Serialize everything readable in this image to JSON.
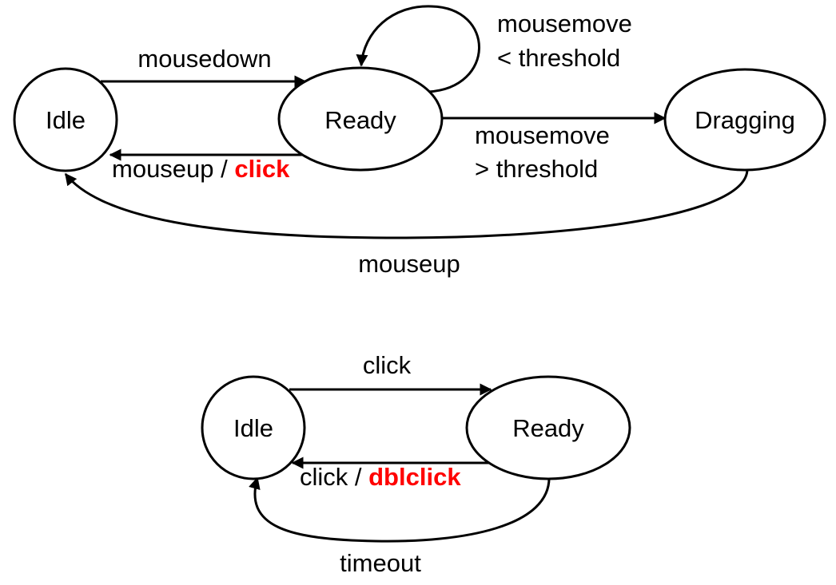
{
  "colors": {
    "highlight": "#ff0000",
    "ink": "#000000",
    "background": "#ffffff"
  },
  "drag_machine": {
    "states": {
      "idle": "Idle",
      "ready": "Ready",
      "dragging": "Dragging"
    },
    "transitions": {
      "mousedown": "mousedown",
      "mouseup_click_prefix": "mouseup / ",
      "mouseup_click_event": "click",
      "small_move_line1": "mousemove",
      "small_move_line2": "< threshold",
      "large_move_line1": "mousemove",
      "large_move_line2": "> threshold",
      "drag_mouseup": "mouseup"
    }
  },
  "dblclick_machine": {
    "states": {
      "idle": "Idle",
      "ready": "Ready"
    },
    "transitions": {
      "click": "click",
      "click_dbl_prefix": "click / ",
      "click_dbl_event": "dblclick",
      "timeout": "timeout"
    }
  }
}
